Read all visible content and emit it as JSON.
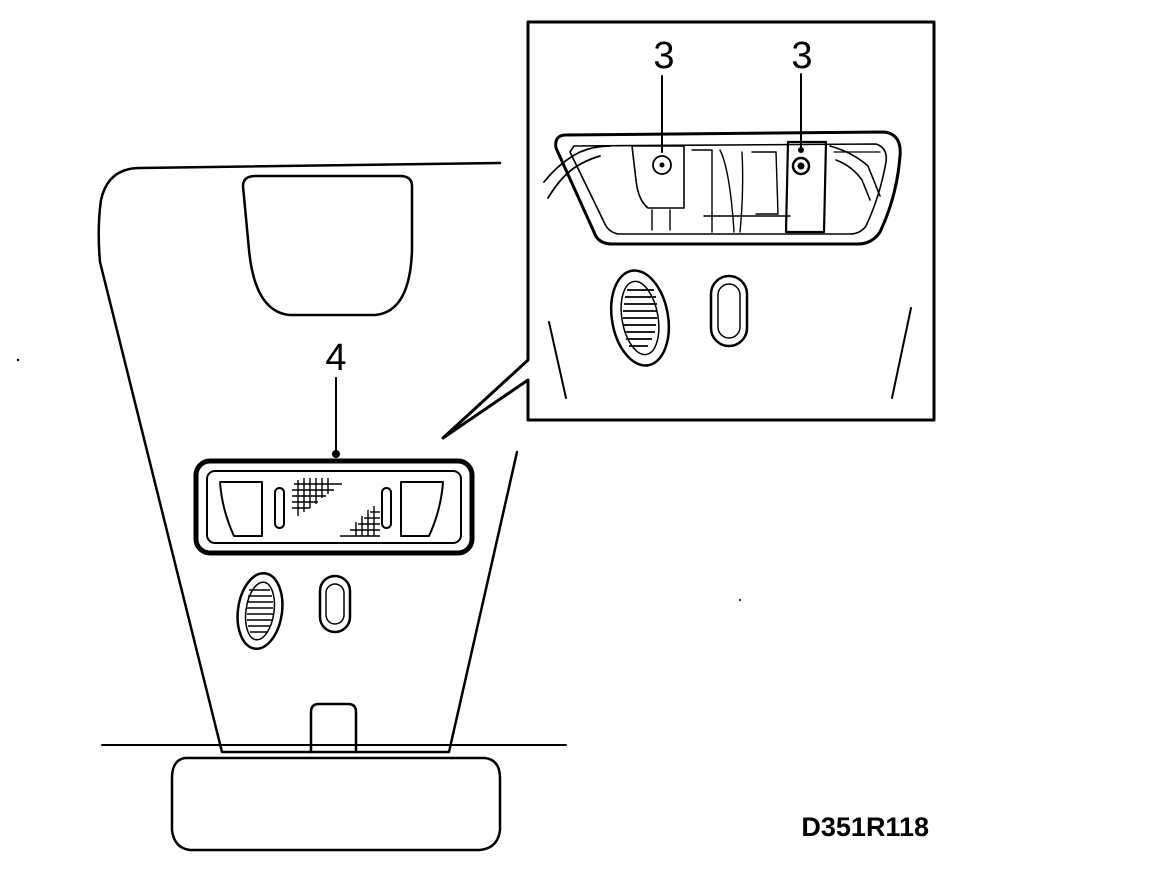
{
  "callouts": {
    "overview_lamp": "4",
    "detail_screw_left": "3",
    "detail_screw_right": "3"
  },
  "reference_code": "D351R118",
  "colors": {
    "ink": "#000000",
    "paper": "#ffffff"
  }
}
